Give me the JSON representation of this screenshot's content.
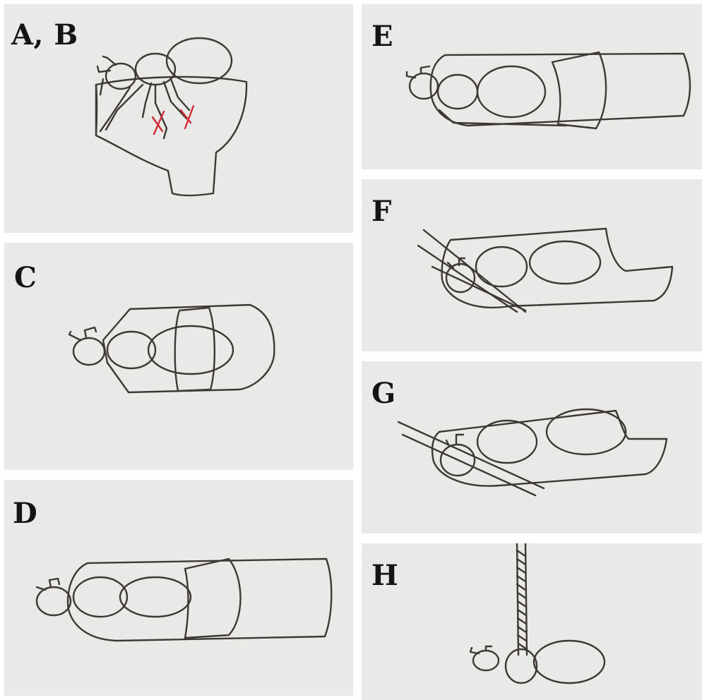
{
  "panels": [
    {
      "label": "A, B"
    },
    {
      "label": "C"
    },
    {
      "label": "D"
    },
    {
      "label": "E"
    },
    {
      "label": "F"
    },
    {
      "label": "G"
    },
    {
      "label": "H"
    }
  ],
  "colors": {
    "background": "#e9e9e8",
    "ink": "#3e3833",
    "mark": "#d42a35"
  }
}
